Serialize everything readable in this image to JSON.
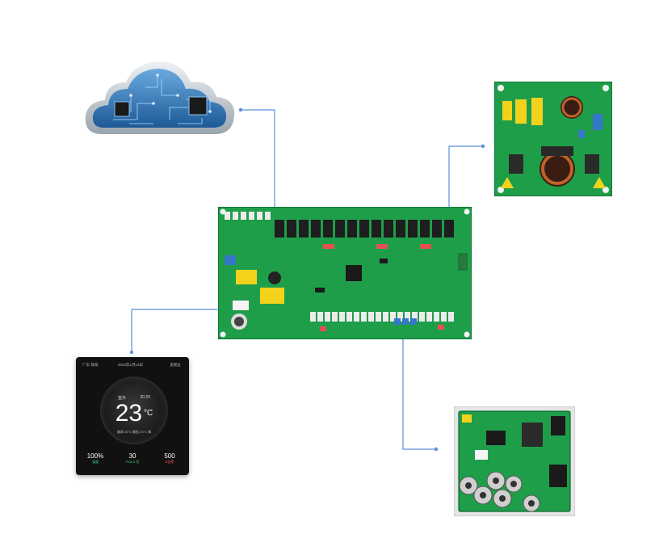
{
  "colors": {
    "connector": "#5b8fd6",
    "pcb_green": "#1f9e4a",
    "relay_black": "#1e1e1e",
    "cloud_blue": "#2f77b5",
    "thermo_bg": "#111111"
  },
  "cloud": {
    "icon": "cloud-circuit-icon"
  },
  "main_board": {
    "icon": "main-controller-pcb-icon"
  },
  "filter_board": {
    "icon": "filter-pcb-icon"
  },
  "driver_board": {
    "icon": "inverter-driver-pcb-icon"
  },
  "thermostat": {
    "location": "广东 珠海",
    "date": "2023年1月13日",
    "weekday": "星期五",
    "mode": "室外",
    "time": "20:20",
    "temperature": "23",
    "unit": "°C",
    "range": "最高 25°C  最低 20°C 晴",
    "stats": [
      {
        "value": "100%",
        "label": "湿度",
        "color": "#36d3c5"
      },
      {
        "value": "30",
        "label": "PM2.5 优",
        "color": "#3fd27a"
      },
      {
        "value": "500",
        "label": "A告警",
        "color": "#ff5555"
      }
    ]
  }
}
